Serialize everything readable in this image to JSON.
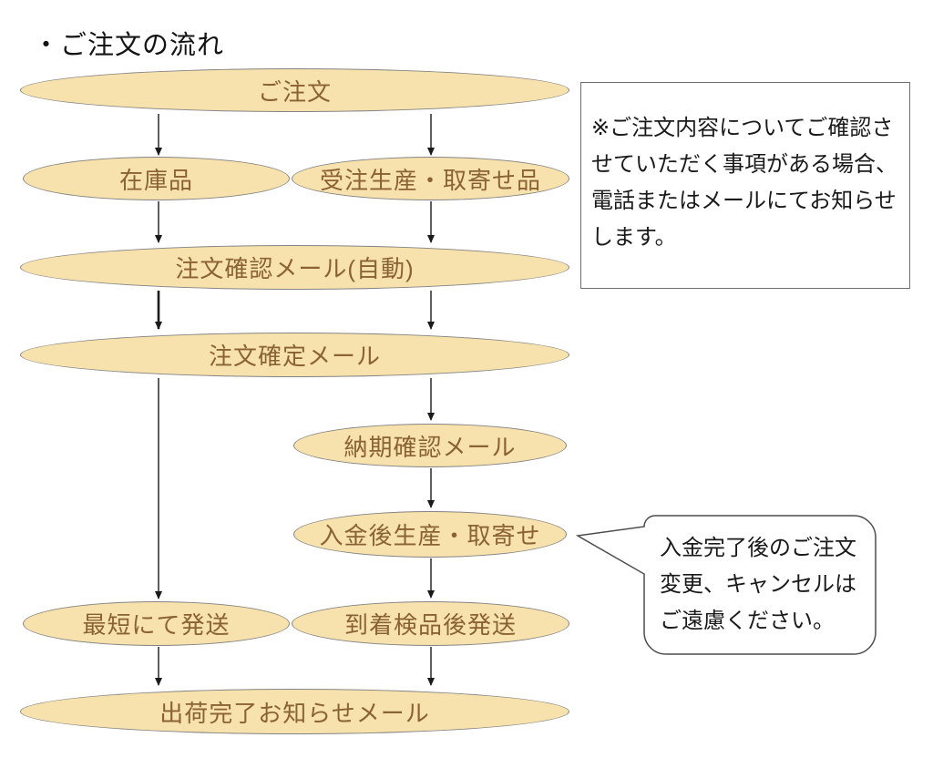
{
  "title": "・ご注文の流れ",
  "colors": {
    "node_fill": "#f7e2ad",
    "node_border": "#848484",
    "node_text": "#8a6233",
    "arrow": "#1a1a1a"
  },
  "flow": {
    "nodes": [
      {
        "id": "order",
        "label": "ご注文"
      },
      {
        "id": "stock-item",
        "label": "在庫品"
      },
      {
        "id": "made-to-order-item",
        "label": "受注生産・取寄せ品"
      },
      {
        "id": "order-confirmation-mail",
        "label": "注文確認メール(自動)"
      },
      {
        "id": "order-fixed-mail",
        "label": "注文確定メール"
      },
      {
        "id": "delivery-date-mail",
        "label": "納期確認メール"
      },
      {
        "id": "production-after-payment",
        "label": "入金後生産・取寄せ"
      },
      {
        "id": "ship-soonest",
        "label": "最短にて発送"
      },
      {
        "id": "ship-after-inspection",
        "label": "到着検品後発送"
      },
      {
        "id": "shipping-complete-mail",
        "label": "出荷完了お知らせメール"
      }
    ]
  },
  "note_box": {
    "text": "※ご注文内容についてご確認させていただく事項がある場合、電話またはメールにてお知らせします。"
  },
  "speech_bubble": {
    "text": "入金完了後のご注文変更、キャンセルはご遠慮ください。"
  }
}
